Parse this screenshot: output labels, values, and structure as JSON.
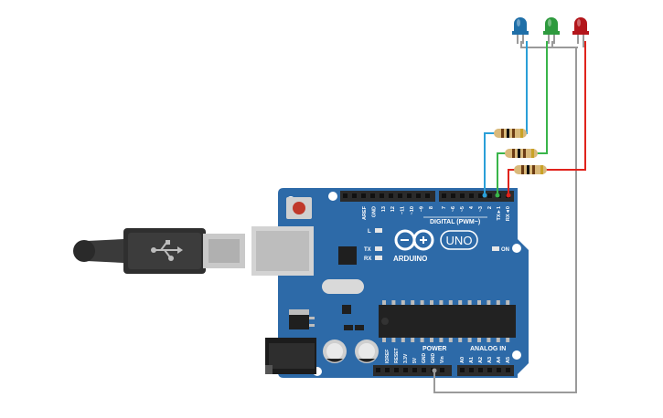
{
  "board": {
    "brand": "ARDUINO",
    "model": "UNO",
    "digital_label": "DIGITAL (PWM~)",
    "power_label": "POWER",
    "analog_label": "ANALOG IN",
    "on_label": "ON",
    "led_l": "L",
    "led_tx": "TX",
    "led_rx": "RX",
    "digital_pins": [
      "AREF",
      "GND",
      "13",
      "12",
      "~11",
      "~10",
      "~9",
      "8",
      "7",
      "~6",
      "~5",
      "4",
      "~3",
      "2",
      "TX►1",
      "RX◄0"
    ],
    "power_pins": [
      "IOREF",
      "RESET",
      "3.3V",
      "5V",
      "GND",
      "GND",
      "Vin"
    ],
    "analog_pins": [
      "A0",
      "A1",
      "A2",
      "A3",
      "A4",
      "A5"
    ]
  },
  "leds": [
    {
      "color_name": "blue",
      "color": "#1f6fa8"
    },
    {
      "color_name": "green",
      "color": "#2e9a3e"
    },
    {
      "color_name": "red",
      "color": "#b3161b"
    }
  ],
  "wires": {
    "blue": "#2a9fd8",
    "green": "#39b54a",
    "red": "#e0231c",
    "gray": "#9a9a9a"
  },
  "colors": {
    "board": "#2d6aa8",
    "header": "#2b2b2b",
    "usb_metal": "#c9c9c9"
  }
}
